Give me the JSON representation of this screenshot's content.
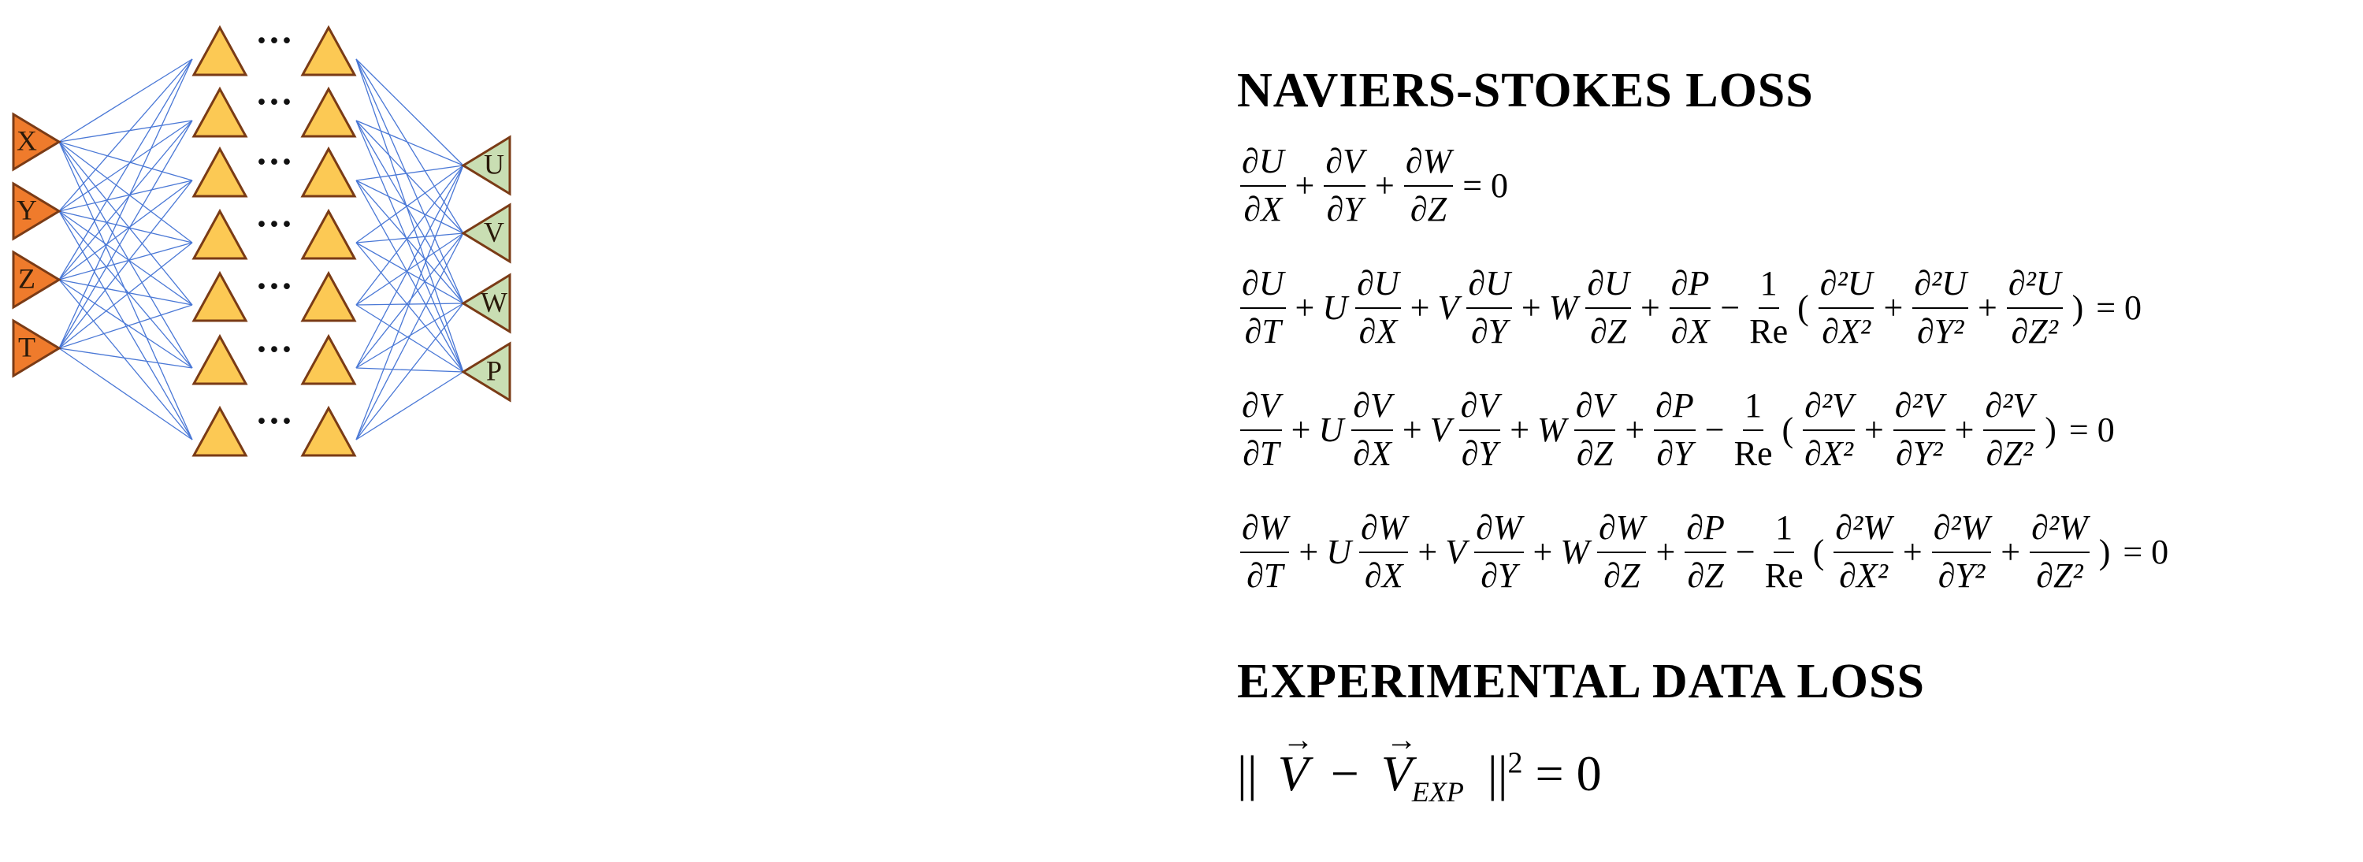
{
  "network": {
    "inputs": [
      "X",
      "Y",
      "Z",
      "T"
    ],
    "outputs": [
      "U",
      "V",
      "W",
      "P"
    ],
    "hidden_rows": 7,
    "ellipsis": "···",
    "colors": {
      "input_fill": "#ef7b2c",
      "hidden_fill": "#fcc954",
      "output_fill": "#c9deb3",
      "node_stroke": "#7a3b16",
      "edge": "#4a78d6"
    }
  },
  "headings": {
    "ns_loss": "NAVIERS-STOKES LOSS",
    "exp_loss": "EXPERIMENTAL DATA LOSS"
  },
  "continuity": {
    "terms": [
      {
        "num": "∂U",
        "den": "∂X"
      },
      {
        "num": "∂V",
        "den": "∂Y"
      },
      {
        "num": "∂W",
        "den": "∂Z"
      }
    ],
    "rhs": "= 0"
  },
  "momentum": [
    {
      "dt": {
        "num": "∂U",
        "den": "∂T"
      },
      "adv": [
        {
          "coef": "U",
          "num": "∂U",
          "den": "∂X"
        },
        {
          "coef": "V",
          "num": "∂U",
          "den": "∂Y"
        },
        {
          "coef": "W",
          "num": "∂U",
          "den": "∂Z"
        }
      ],
      "press": {
        "num": "∂P",
        "den": "∂X"
      },
      "visc": {
        "num": "1",
        "den": "Re"
      },
      "lap": [
        {
          "num": "∂²U",
          "den": "∂X²"
        },
        {
          "num": "∂²U",
          "den": "∂Y²"
        },
        {
          "num": "∂²U",
          "den": "∂Z²"
        }
      ]
    },
    {
      "dt": {
        "num": "∂V",
        "den": "∂T"
      },
      "adv": [
        {
          "coef": "U",
          "num": "∂V",
          "den": "∂X"
        },
        {
          "coef": "V",
          "num": "∂V",
          "den": "∂Y"
        },
        {
          "coef": "W",
          "num": "∂V",
          "den": "∂Z"
        }
      ],
      "press": {
        "num": "∂P",
        "den": "∂Y"
      },
      "visc": {
        "num": "1",
        "den": "Re"
      },
      "lap": [
        {
          "num": "∂²V",
          "den": "∂X²"
        },
        {
          "num": "∂²V",
          "den": "∂Y²"
        },
        {
          "num": "∂²V",
          "den": "∂Z²"
        }
      ]
    },
    {
      "dt": {
        "num": "∂W",
        "den": "∂T"
      },
      "adv": [
        {
          "coef": "U",
          "num": "∂W",
          "den": "∂X"
        },
        {
          "coef": "V",
          "num": "∂W",
          "den": "∂Y"
        },
        {
          "coef": "W",
          "num": "∂W",
          "den": "∂Z"
        }
      ],
      "press": {
        "num": "∂P",
        "den": "∂Z"
      },
      "visc": {
        "num": "1",
        "den": "Re"
      },
      "lap": [
        {
          "num": "∂²W",
          "den": "∂X²"
        },
        {
          "num": "∂²W",
          "den": "∂Y²"
        },
        {
          "num": "∂²W",
          "den": "∂Z²"
        }
      ]
    }
  ],
  "symbols": {
    "plus": "+",
    "minus": "−",
    "lparen": "(",
    "rparen": ")",
    "rhs": "= 0"
  },
  "exp_equation": {
    "norm_open": "||",
    "v": "V",
    "minus": "−",
    "v_exp": "V",
    "sub": "EXP",
    "norm_close": "||",
    "power": "2",
    "rhs": "= 0"
  }
}
